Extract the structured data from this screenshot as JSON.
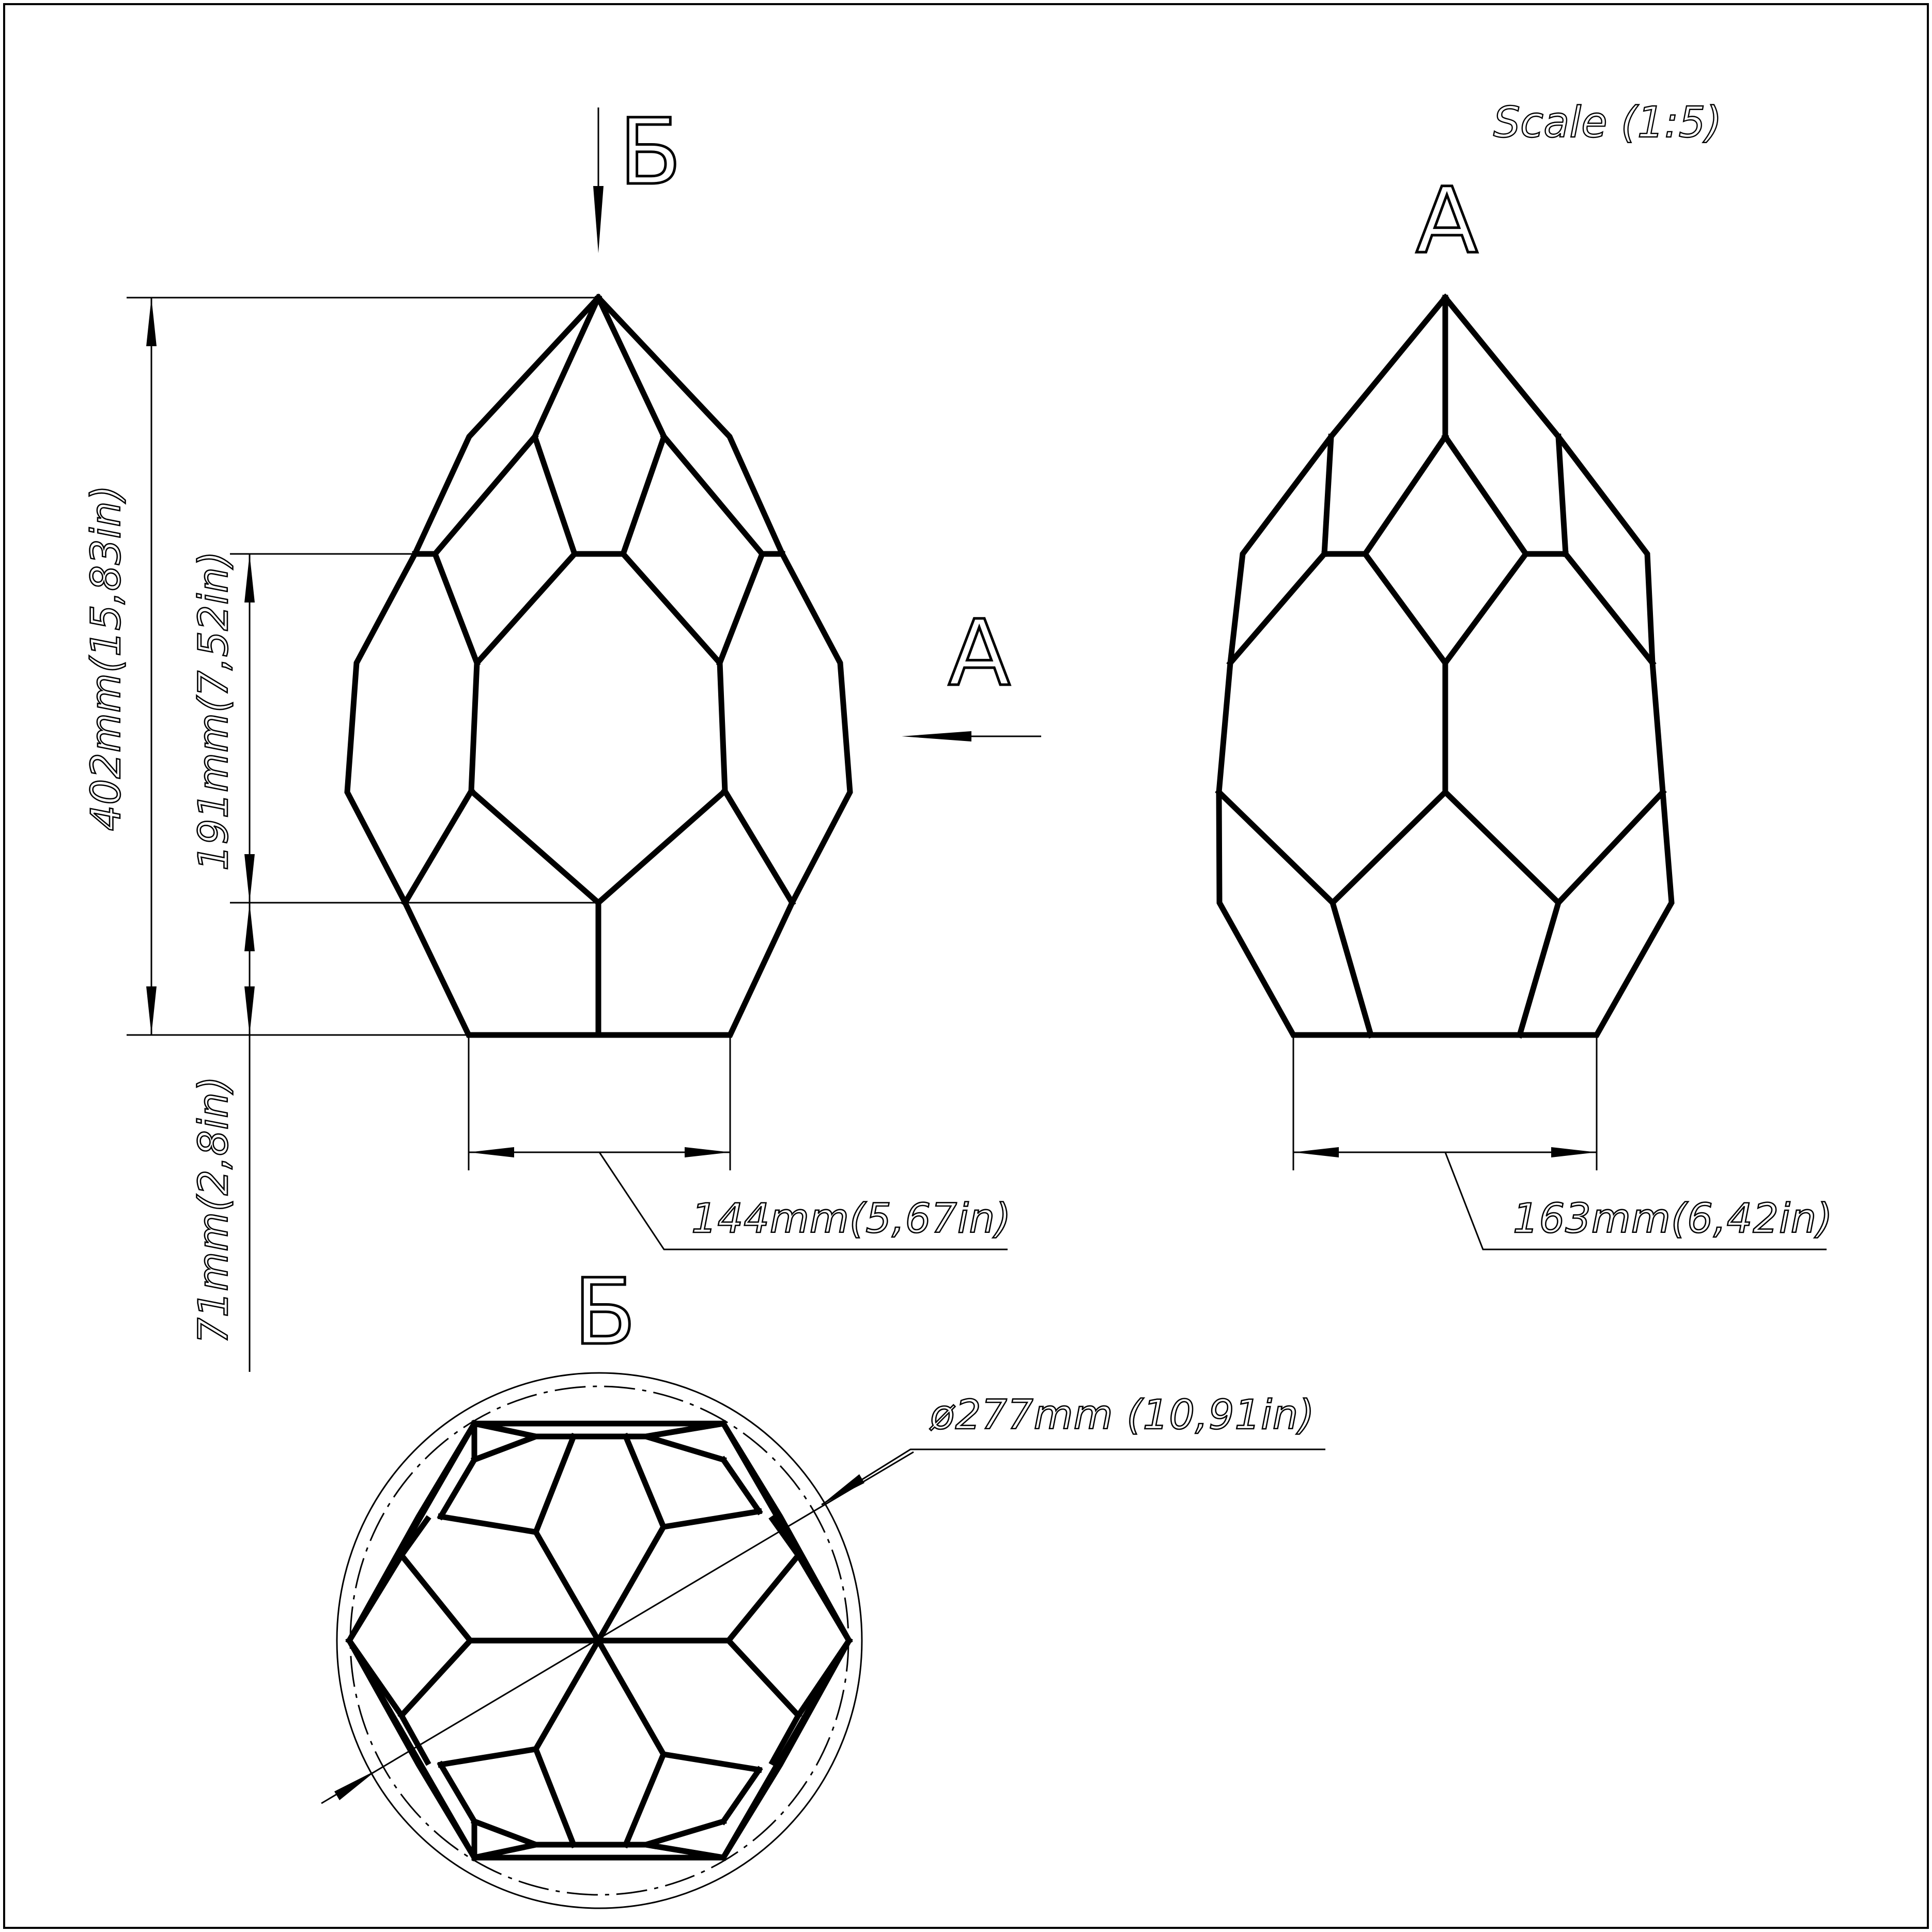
{
  "scale": "Scale (1:5)",
  "views": {
    "front_arrow_letter": "Б",
    "side_arrow_letter": "А",
    "side_view_label": "А",
    "top_view_label": "Б"
  },
  "dimensions": {
    "total_height": "402mm(15,83in)",
    "middle_height": "191mm(7,52in)",
    "bottom_height": "71mm(2,8in)",
    "front_base_width": "144mm(5,67in)",
    "side_base_width": "163mm(6,42in)",
    "diameter": "ø277mm (10,91in)"
  }
}
